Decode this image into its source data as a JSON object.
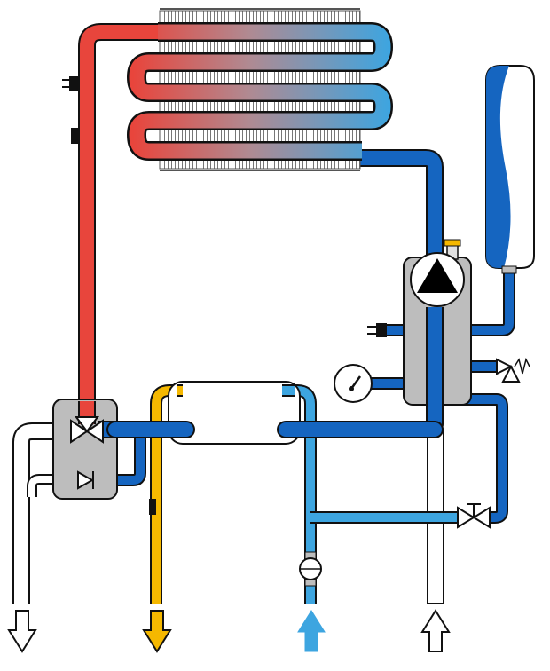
{
  "diagram": {
    "kind": "gas boiler hydraulic scheme",
    "colors": {
      "hot_supply": "#e8453c",
      "heating_return": "#1565c0",
      "cold_water": "#3da5e0",
      "hot_dhw": "#f5b800",
      "outline": "#111111",
      "body_grey": "#bdbdbd",
      "white_pipe": "#ffffff"
    },
    "components": [
      {
        "id": "heat-exchanger",
        "icon": "finned-coil-icon"
      },
      {
        "id": "expansion-vessel",
        "icon": "vessel-icon"
      },
      {
        "id": "circulation-pump",
        "icon": "pump-triangle-icon"
      },
      {
        "id": "pressure-gauge",
        "icon": "dial-gauge-icon"
      },
      {
        "id": "safety-valve",
        "icon": "relief-valve-icon"
      },
      {
        "id": "three-way-valve",
        "icon": "three-way-valve-icon"
      },
      {
        "id": "check-valve",
        "icon": "check-valve-icon"
      },
      {
        "id": "plate-heat-exchanger",
        "icon": "plate-exchanger-icon"
      },
      {
        "id": "fill-valve",
        "icon": "gate-valve-icon"
      },
      {
        "id": "flow-sensor",
        "icon": "flow-sensor-icon"
      },
      {
        "id": "temperature-sensor",
        "icon": "sensor-plug-icon"
      }
    ],
    "connections": [
      {
        "id": "heating-flow-out",
        "icon": "arrow-down-outline-icon",
        "color": "#ffffff"
      },
      {
        "id": "dhw-out",
        "icon": "arrow-down-filled-icon",
        "color": "#f5b800"
      },
      {
        "id": "cold-water-in",
        "icon": "arrow-up-filled-icon",
        "color": "#3da5e0"
      },
      {
        "id": "heating-return-in",
        "icon": "arrow-up-outline-icon",
        "color": "#ffffff"
      }
    ]
  }
}
